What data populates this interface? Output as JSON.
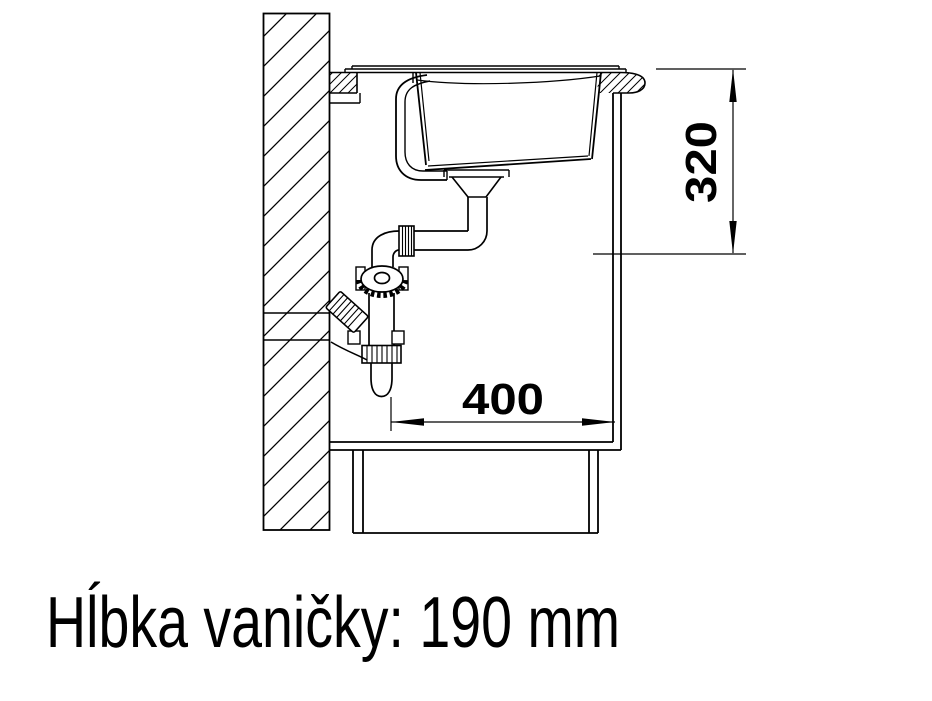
{
  "diagram": {
    "caption": "Hĺbka vaničky: 190 mm",
    "dimensions": {
      "vertical_mm": "320",
      "horizontal_mm": "400"
    },
    "colors": {
      "line": "#000000",
      "background": "#ffffff"
    }
  }
}
